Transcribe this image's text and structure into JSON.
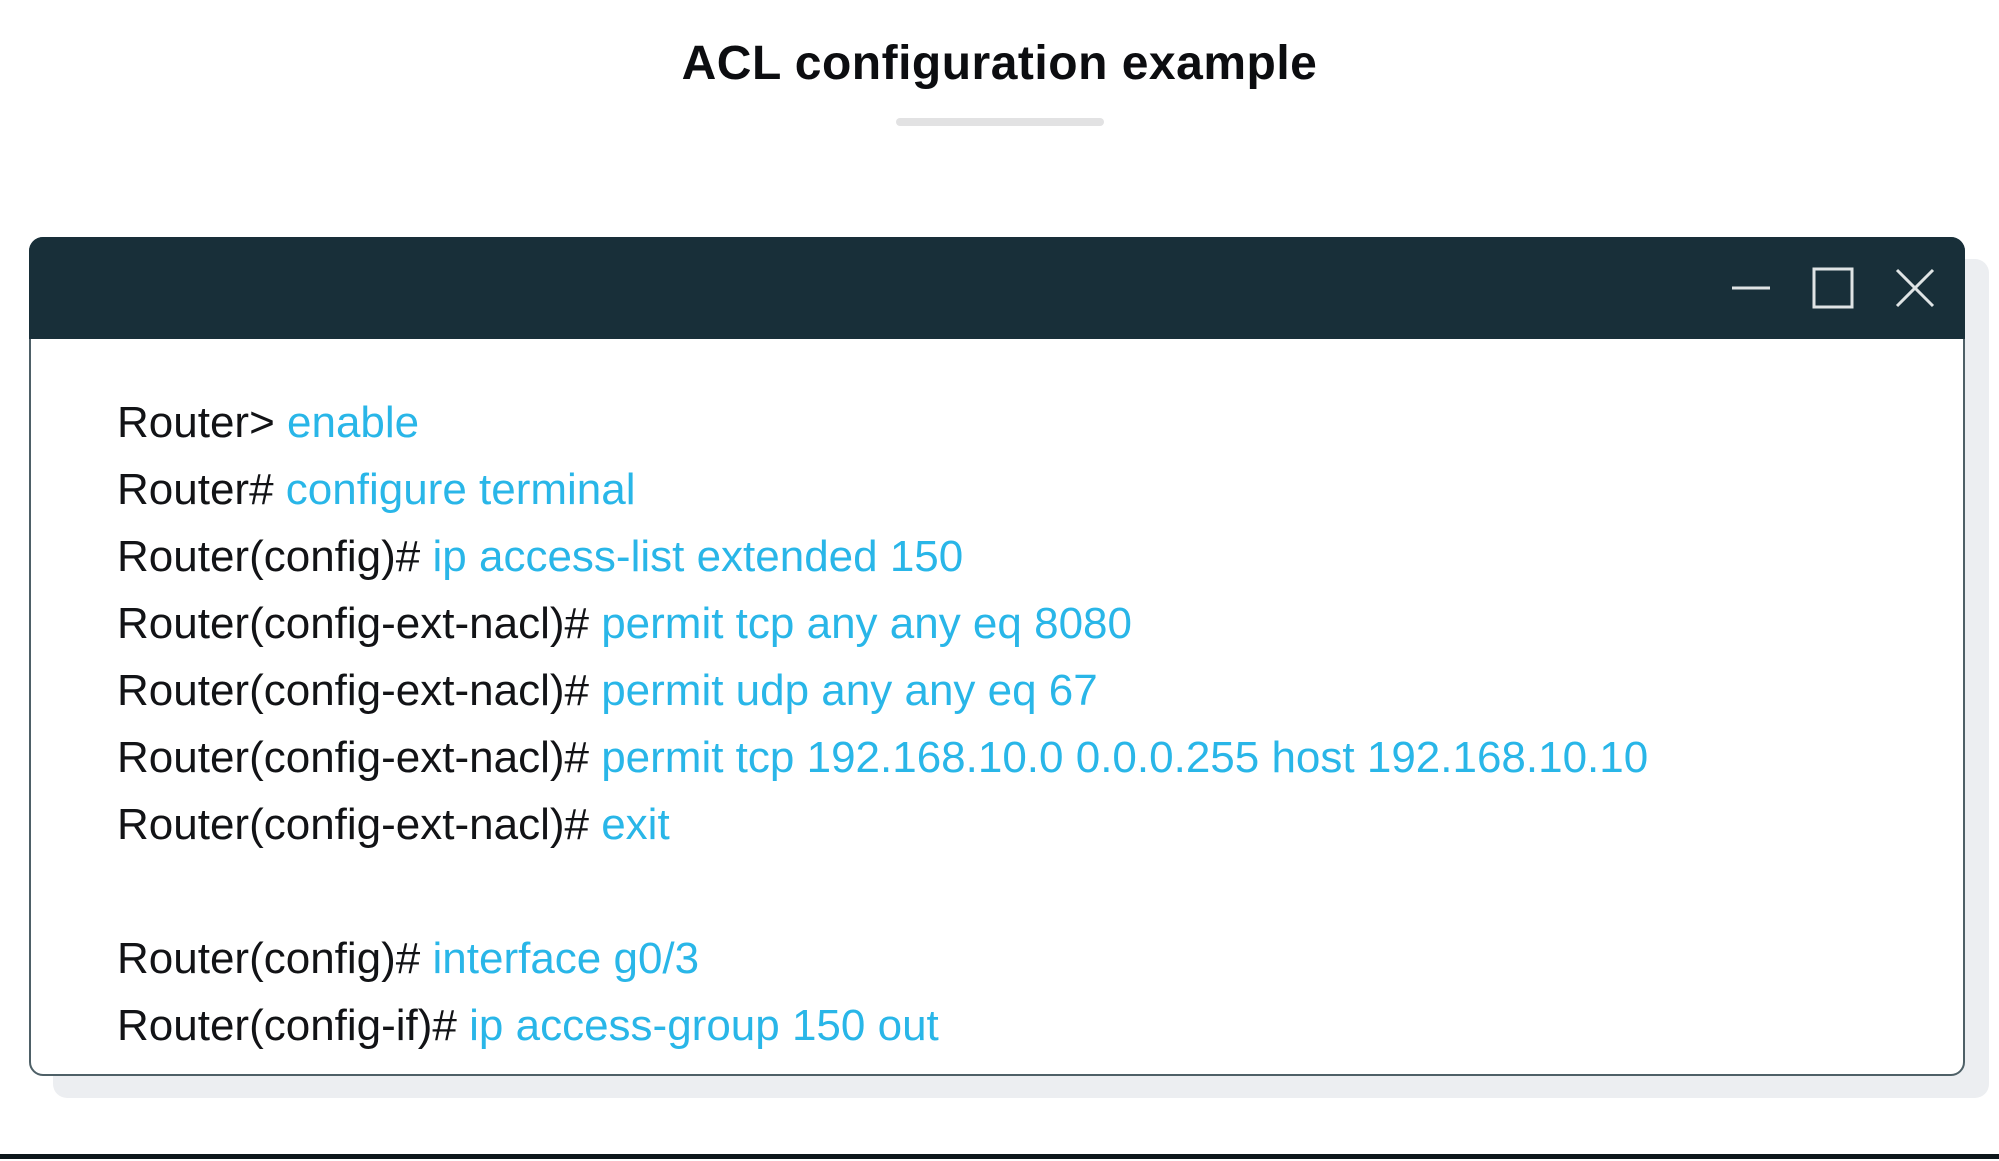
{
  "header": {
    "title": "ACL configuration example"
  },
  "window": {
    "controls": {
      "minimize": "minimize-button",
      "maximize": "maximize-button",
      "close": "close-button"
    },
    "terminal": {
      "lines": [
        {
          "prompt": "Router>",
          "command": "enable"
        },
        {
          "prompt": "Router#",
          "command": "configure terminal"
        },
        {
          "prompt": "Router(config)#",
          "command": "ip access-list extended 150"
        },
        {
          "prompt": "Router(config-ext-nacl)#",
          "command": "permit tcp any any eq 8080"
        },
        {
          "prompt": "Router(config-ext-nacl)#",
          "command": "permit udp any any eq 67"
        },
        {
          "prompt": "Router(config-ext-nacl)#",
          "command": "permit tcp 192.168.10.0 0.0.0.255 host 192.168.10.10"
        },
        {
          "prompt": "Router(config-ext-nacl)#",
          "command": "exit"
        },
        {
          "blank": true
        },
        {
          "prompt": "Router(config)#",
          "command": "interface g0/3"
        },
        {
          "prompt": "Router(config-if)#",
          "command": "ip access-group 150 out"
        }
      ]
    }
  },
  "colors": {
    "accent": "#29B6E8",
    "titlebar": "#182F39",
    "text": "#121316",
    "window_border": "#4E6067",
    "window_shadow": "#ECEEF1",
    "divider": "#E2E2E3",
    "bottom_rule": "#0D161B",
    "controls": "#DFE4E5"
  }
}
